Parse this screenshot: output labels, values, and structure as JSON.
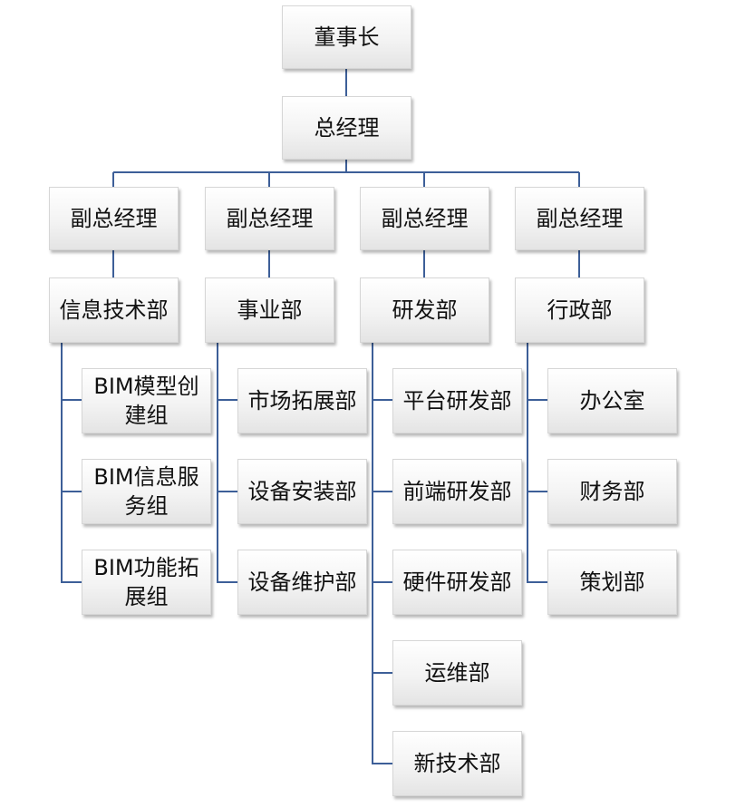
{
  "line_color": "#3d5f98",
  "nodes": {
    "chairman": "董事长",
    "general_manager": "总经理",
    "vp_1": "副总经理",
    "vp_2": "副总经理",
    "vp_3": "副总经理",
    "vp_4": "副总经理",
    "dept_it": "信息技术部",
    "dept_business": "事业部",
    "dept_rd": "研发部",
    "dept_admin": "行政部",
    "it_bim_model": "BIM模型创建组",
    "it_bim_info": "BIM信息服务组",
    "it_bim_func": "BIM功能拓展组",
    "biz_market": "市场拓展部",
    "biz_install": "设备安装部",
    "biz_maintain": "设备维护部",
    "rd_platform": "平台研发部",
    "rd_frontend": "前端研发部",
    "rd_hardware": "硬件研发部",
    "rd_ops": "运维部",
    "rd_newtech": "新技术部",
    "admin_office": "办公室",
    "admin_finance": "财务部",
    "admin_planning": "策划部"
  }
}
